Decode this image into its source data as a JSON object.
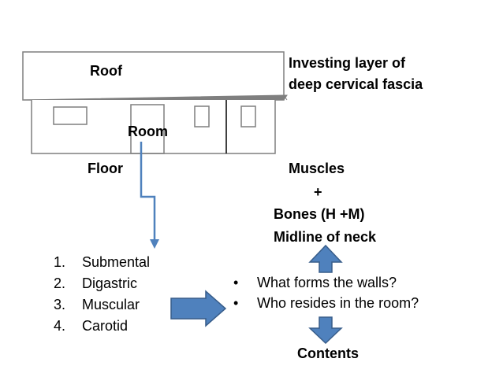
{
  "house": {
    "roof_label": "Roof",
    "room_label": "Room",
    "floor_label": "Floor"
  },
  "annotations": {
    "roof_line1": "Investing layer of",
    "roof_line2": "deep cervical fascia",
    "floor_line1": "Muscles",
    "floor_line2": "+",
    "floor_line3": "Bones (H +M)",
    "floor_line4": "Midline of neck"
  },
  "rooms_list": [
    {
      "number": "1.",
      "label": "Submental"
    },
    {
      "number": "2.",
      "label": "Digastric"
    },
    {
      "number": "3.",
      "label": "Muscular"
    },
    {
      "number": "4.",
      "label": "Carotid"
    }
  ],
  "questions": [
    {
      "bullet": "•",
      "text": "What forms the walls?"
    },
    {
      "bullet": "•",
      "text": "Who resides in the room?"
    }
  ],
  "answer": {
    "label": "Contents"
  },
  "colors": {
    "arrow_fill": "#4f81bd",
    "arrow_stroke": "#385d8a",
    "house_stroke": "#7f7f7f"
  }
}
